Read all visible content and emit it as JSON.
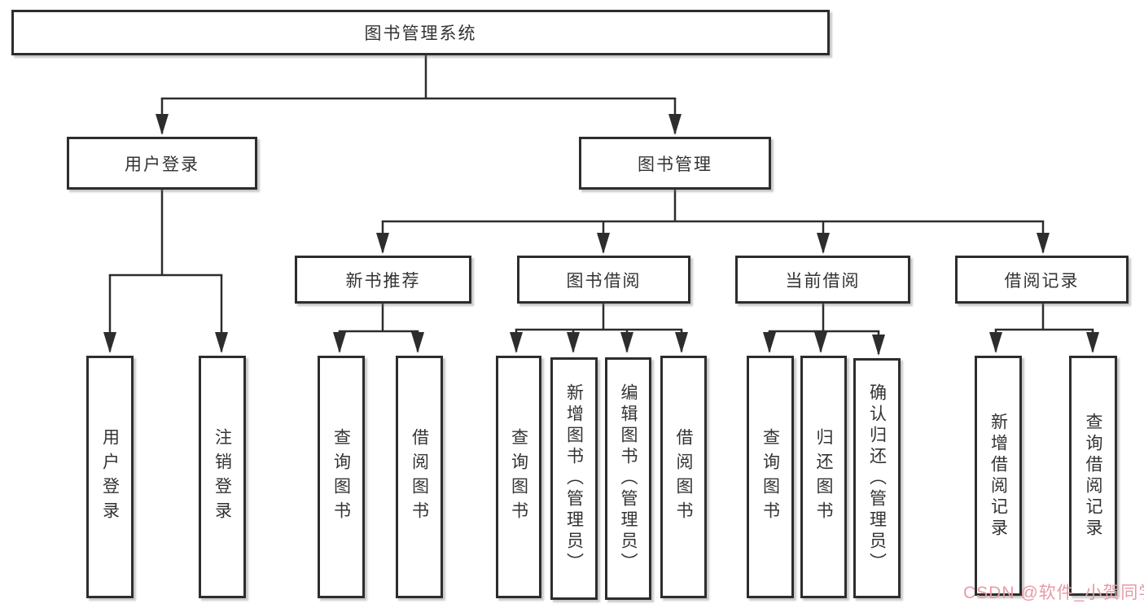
{
  "tree": {
    "label": "图书管理系统",
    "children": [
      {
        "label": "用户登录",
        "children": [
          {
            "label": "用户登录"
          },
          {
            "label": "注销登录"
          }
        ]
      },
      {
        "label": "图书管理",
        "children": [
          {
            "label": "新书推荐",
            "children": [
              {
                "label": "查询图书"
              },
              {
                "label": "借阅图书"
              }
            ]
          },
          {
            "label": "图书借阅",
            "children": [
              {
                "label": "查询图书"
              },
              {
                "label": "新增图书（管理员）"
              },
              {
                "label": "编辑图书（管理员）"
              },
              {
                "label": "借阅图书"
              }
            ]
          },
          {
            "label": "当前借阅",
            "children": [
              {
                "label": "查询图书"
              },
              {
                "label": "归还图书"
              },
              {
                "label": "确认归还（管理员）"
              }
            ]
          },
          {
            "label": "借阅记录",
            "children": [
              {
                "label": "新增借阅记录"
              },
              {
                "label": "查询借阅记录"
              }
            ]
          }
        ]
      }
    ]
  },
  "watermark": {
    "text": "CSDN @软件_小贺同学"
  },
  "style": {
    "line_color": "#2d2d2d",
    "box_border_color": "#2d2d2d",
    "box_fill": "#ffffff",
    "text_color": "#333333",
    "watermark_color": "#e89aa6",
    "background": "#ffffff"
  }
}
